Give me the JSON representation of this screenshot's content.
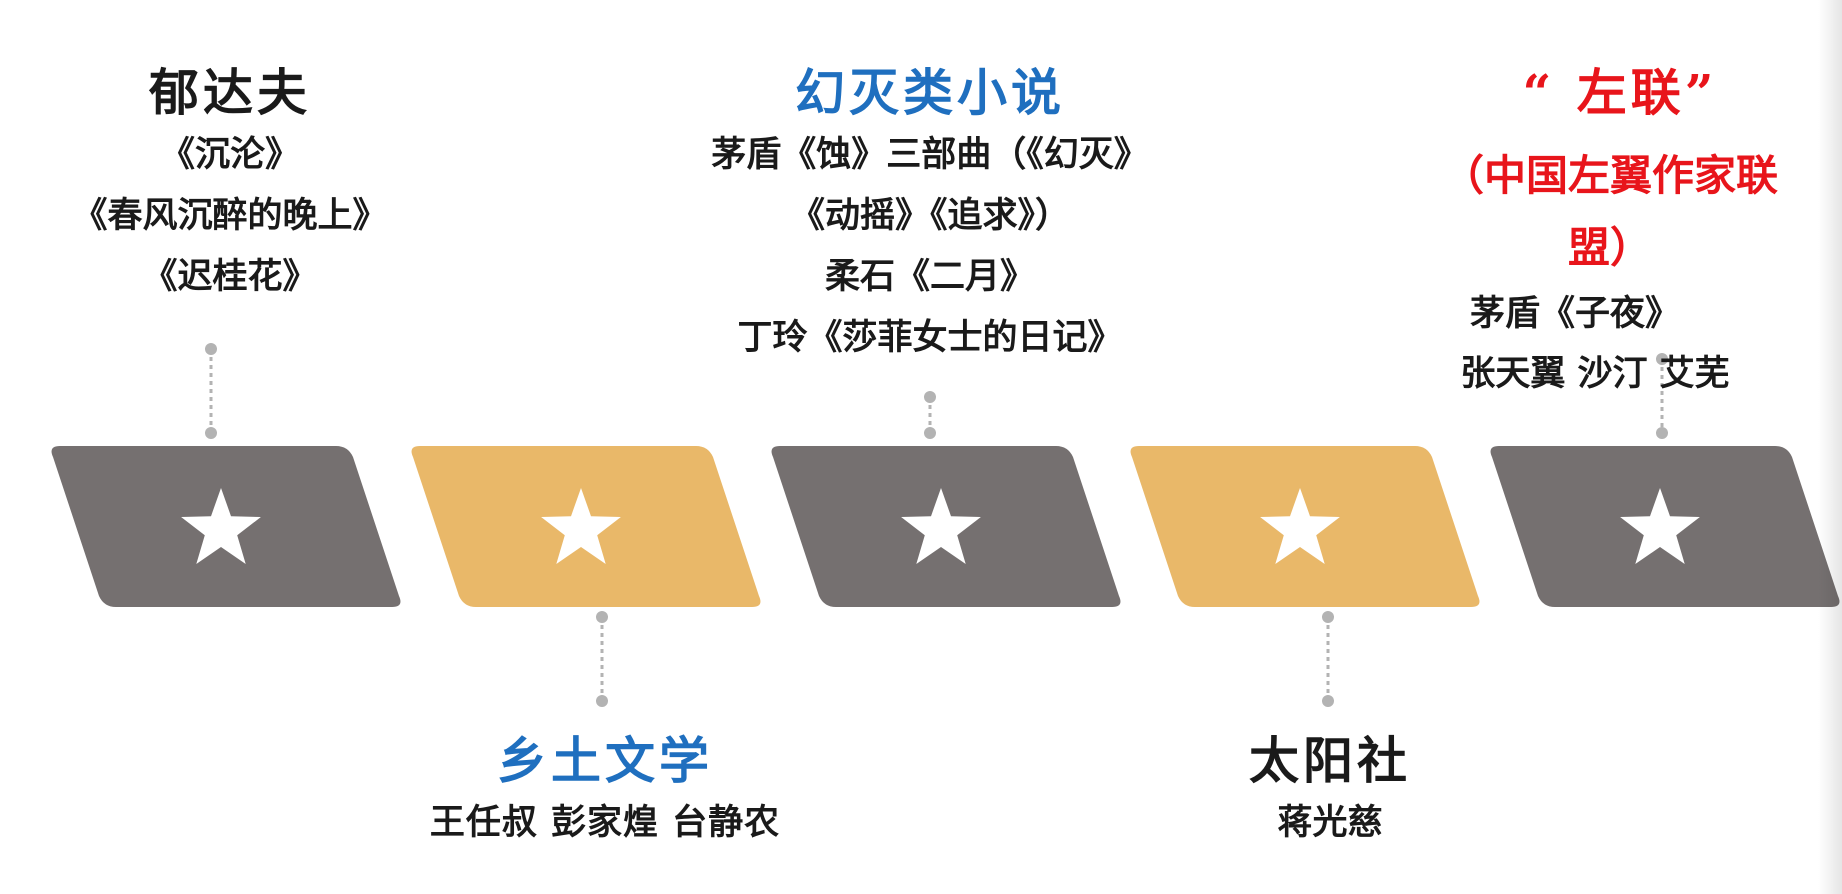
{
  "colors": {
    "dark_shape": "#757070",
    "gold_shape": "#e9b869",
    "star": "#ffffff",
    "connector": "#b3b3b3",
    "title_blue": "#1f6fbf",
    "title_red": "#e8151b",
    "text_dark": "#1a1a1a"
  },
  "timeline": {
    "segments": [
      {
        "color": "dark",
        "icon": "star-icon"
      },
      {
        "color": "gold",
        "icon": "star-icon"
      },
      {
        "color": "dark",
        "icon": "star-icon"
      },
      {
        "color": "gold",
        "icon": "star-icon"
      },
      {
        "color": "dark",
        "icon": "star-icon"
      }
    ]
  },
  "stages": [
    {
      "title": "郁达夫",
      "lines": [
        "《沉沦》",
        "《春风沉醉的晚上》",
        "《迟桂花》"
      ]
    },
    {
      "title": "乡土文学",
      "lines": [
        "王任叔  彭家煌  台静农"
      ]
    },
    {
      "title": "幻灭类小说",
      "lines": [
        "茅盾《蚀》三部曲（《幻灭》",
        "《动摇》《追求》）",
        "柔石《二月》",
        "丁玲《莎菲女士的日记》"
      ]
    },
    {
      "title": "太阳社",
      "lines": [
        "蒋光慈"
      ]
    },
    {
      "title": "“ 左联”",
      "subtitle": "（中国左翼作家联盟）",
      "lines": [
        "茅盾《子夜》",
        "张天翼  沙汀  艾芜"
      ]
    }
  ]
}
